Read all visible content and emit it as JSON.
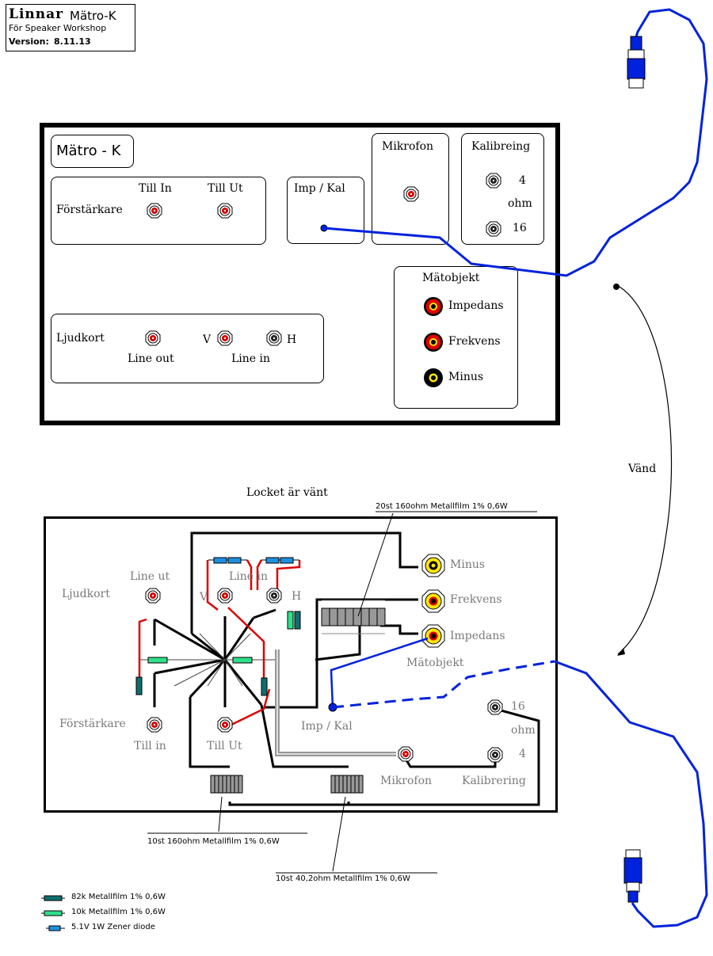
{
  "title_block": {
    "brand": "Linnar",
    "product": "Mätro-K",
    "subtitle": "För Speaker Workshop",
    "version_label": "Version:",
    "version_value": "8.11.13"
  },
  "front_panel": {
    "name": "Mätro - K",
    "amplifier": {
      "label": "Förstärkare",
      "in": "Till In",
      "out": "Till Ut"
    },
    "imp_kal": "Imp / Kal",
    "microphone": "Mikrofon",
    "calibration": {
      "label": "Kalibreing",
      "four": "4",
      "ohm": "ohm",
      "sixteen": "16"
    },
    "soundcard": {
      "label": "Ljudkort",
      "line_out": "Line out",
      "line_in": "Line in",
      "left": "V",
      "right": "H"
    },
    "dut": {
      "label": "Mätobjekt",
      "impedance": "Impedans",
      "frequency": "Frekvens",
      "minus": "Minus"
    }
  },
  "flip_label": "Vänd",
  "lid_title": "Locket är vänt",
  "back_panel": {
    "soundcard": "Ljudkort",
    "line_out": "Line ut",
    "line_in": "Line in",
    "left": "V",
    "right": "H",
    "amplifier": "Förstärkare",
    "in": "Till in",
    "out": "Till Ut",
    "minus": "Minus",
    "frequency": "Frekvens",
    "impedance": "Impedans",
    "dut": "Mätobjekt",
    "imp_kal": "Imp / Kal",
    "microphone": "Mikrofon",
    "calibration": "Kalibrering",
    "sixteen": "16",
    "ohm": "ohm",
    "four": "4"
  },
  "resistor_notes": {
    "top": "20st 160ohm  Metallfilm  1%  0,6W",
    "left": "10st 160ohm  Metallfilm  1%  0,6W",
    "right": "10st 40,2ohm  Metallfilm  1%  0,6W"
  },
  "legend": [
    {
      "text": "82k Metallfilm  1%  0,6W",
      "color": "#0f6e6e"
    },
    {
      "text": "10k Metallfilm  1%  0,6W",
      "color": "#2ee08a"
    },
    {
      "text": "5.1V 1W Zener diode",
      "color": "#1e8fe0"
    }
  ],
  "colors": {
    "cable": "#0022dd",
    "red_wire": "#dd0000",
    "jack_red": "#dd0000",
    "jack_yellow": "#ffe600"
  }
}
